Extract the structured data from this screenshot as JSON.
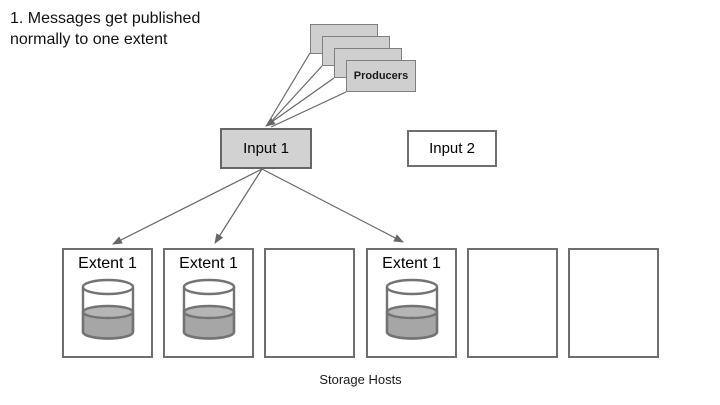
{
  "caption": {
    "text": "1. Messages get published\nnormally to one extent"
  },
  "producers": {
    "label": "Producers",
    "stack_count": 4
  },
  "inputs": {
    "input1": {
      "label": "Input 1",
      "highlighted": true
    },
    "input2": {
      "label": "Input 2",
      "highlighted": false
    }
  },
  "storage": {
    "label": "Storage Hosts",
    "hosts": [
      {
        "extent_label": "Extent 1",
        "has_extent": true,
        "fill_percent": 55
      },
      {
        "extent_label": "Extent 1",
        "has_extent": true,
        "fill_percent": 55
      },
      {
        "has_extent": false
      },
      {
        "extent_label": "Extent 1",
        "has_extent": true,
        "fill_percent": 55
      },
      {
        "has_extent": false
      },
      {
        "has_extent": false
      }
    ]
  },
  "colors": {
    "box_gray_fill": "#d2d2d2",
    "card_gray_fill": "#cfcfcf",
    "border_gray": "#6e6e6e",
    "connector_gray": "#666666",
    "liquid_gray": "#a6a6a6",
    "liquid_surface_gray": "#b5b5b5",
    "text_black": "#111111"
  }
}
